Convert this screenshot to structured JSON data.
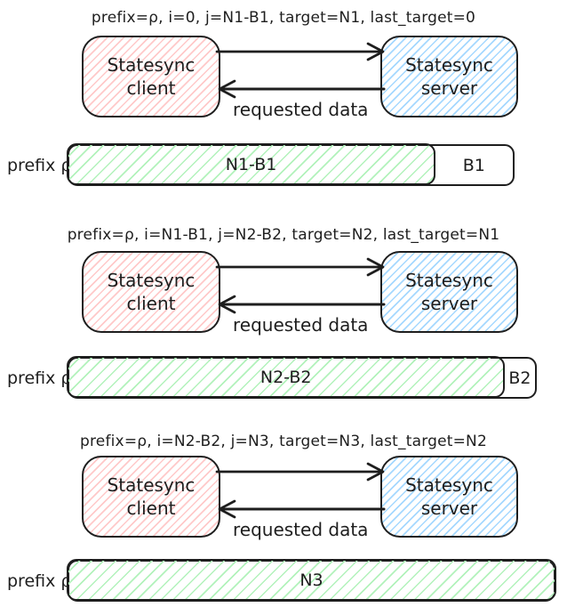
{
  "colors": {
    "stroke": "#1e1e1e",
    "client_fill": "#ffc9c9",
    "server_fill": "#a5d8ff",
    "progress_fill": "#b2f2bb"
  },
  "shared": {
    "client_label": "Statesync client",
    "server_label": "Statesync server",
    "response_arrow_label": "requested data",
    "bar_prefix_label": "prefix ρ"
  },
  "sections": [
    {
      "header": "prefix=ρ, i=0, j=N1-B1, target=N1, last_target=0",
      "bar": {
        "filled_label": "N1-B1",
        "filled_percent": 82.5,
        "remainder_label": "B1"
      }
    },
    {
      "header": "prefix=ρ, i=N1-B1, j=N2-B2, target=N2, last_target=N1",
      "bar": {
        "filled_label": "N2-B2",
        "filled_percent": 93.5,
        "remainder_label": "B2"
      }
    },
    {
      "header": "prefix=ρ, i=N2-B2, j=N3, target=N3, last_target=N2",
      "bar": {
        "filled_label": "N3",
        "filled_percent": 100,
        "remainder_label": ""
      }
    }
  ]
}
